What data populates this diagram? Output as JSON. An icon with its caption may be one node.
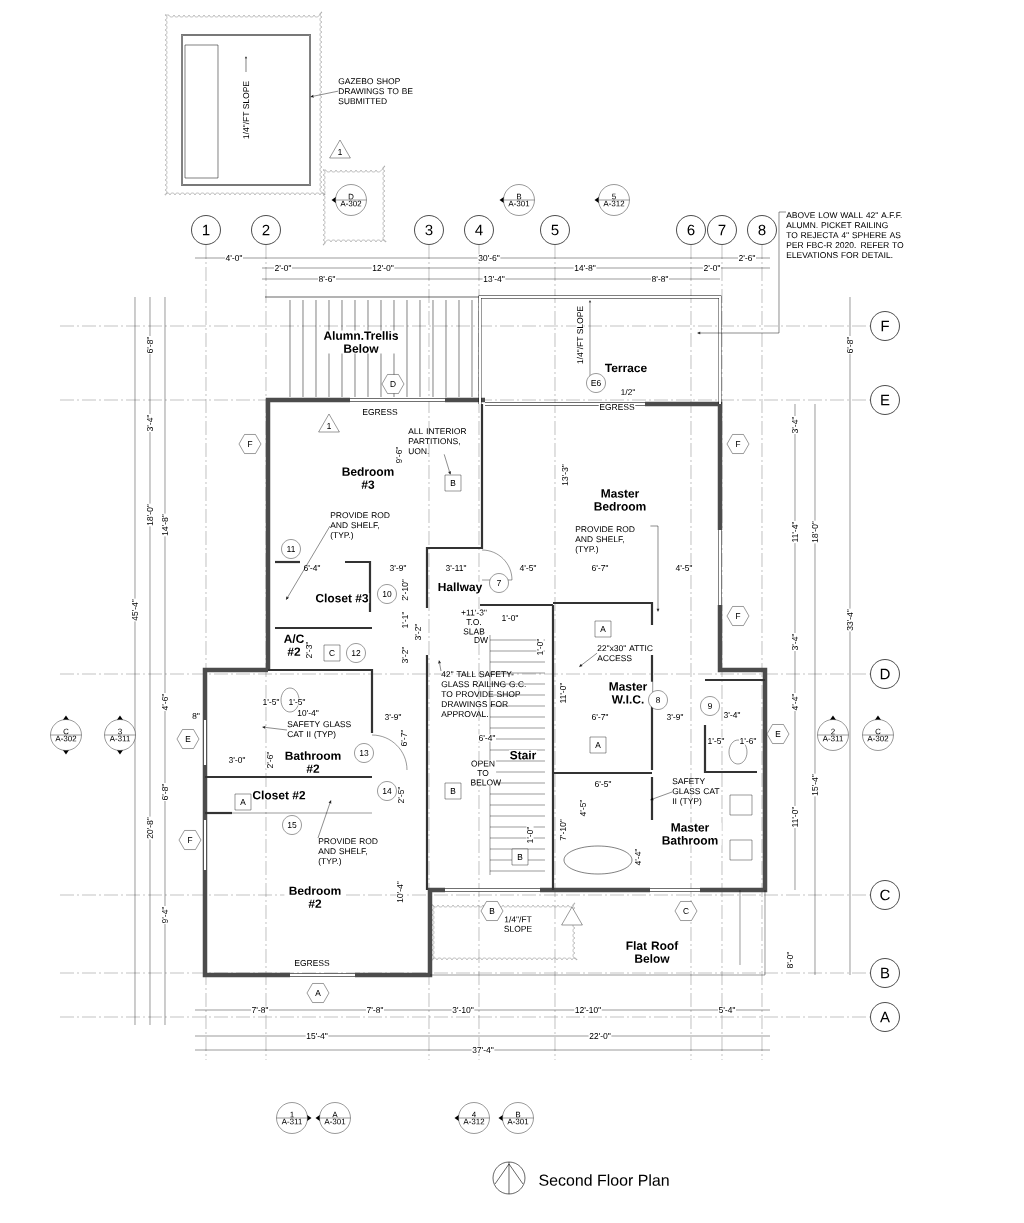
{
  "diagram": {
    "title": "Second Floor Plan",
    "nodes": [
      {
        "text": [
          "1/4\"/FT SLOPE"
        ]
      },
      {
        "text": [
          "GAZEBO SHOP DRAWINGS TO BE SUBMITTED"
        ]
      },
      {
        "text": [
          "1"
        ]
      },
      {
        "text": [
          "D",
          "A-302"
        ]
      },
      {
        "text": [
          "B",
          "A-301"
        ]
      },
      {
        "text": [
          "5",
          "A-312"
        ]
      },
      {
        "text": [
          "1"
        ]
      },
      {
        "text": [
          "2"
        ]
      },
      {
        "text": [
          "3"
        ]
      },
      {
        "text": [
          "4"
        ]
      },
      {
        "text": [
          "5"
        ]
      },
      {
        "text": [
          "6"
        ]
      },
      {
        "text": [
          "7"
        ]
      },
      {
        "text": [
          "8"
        ]
      },
      {
        "text": [
          "ABOVE LOW WALL 42\" A.F.F. ALUMN. PICKET RAILING TO REJECTA 4\" SPHERE AS PER FBC-R 2020. REFER TO ELEVATIONS FOR DETAIL."
        ]
      },
      {
        "text": [
          "F"
        ]
      },
      {
        "text": [
          "E"
        ]
      },
      {
        "text": [
          "D"
        ]
      },
      {
        "text": [
          "C"
        ]
      },
      {
        "text": [
          "B"
        ]
      },
      {
        "text": [
          "A"
        ]
      },
      {
        "text": [
          "D"
        ]
      },
      {
        "text": [
          "E6"
        ]
      },
      {
        "text": [
          "1"
        ]
      },
      {
        "text": [
          "F"
        ]
      },
      {
        "text": [
          "ALL INTERIOR PARTITIONS, UON."
        ]
      },
      {
        "text": [
          "B"
        ]
      },
      {
        "text": [
          "F"
        ]
      },
      {
        "text": [
          "PROVIDE ROD AND SHELF, (TYP.)"
        ]
      },
      {
        "text": [
          "11"
        ]
      },
      {
        "text": [
          "PROVIDE ROD AND SHELF, (TYP.)"
        ]
      },
      {
        "text": [
          "10"
        ]
      },
      {
        "text": [
          "7"
        ]
      },
      {
        "text": [
          "F"
        ]
      },
      {
        "text": [
          "C"
        ]
      },
      {
        "text": [
          "12"
        ]
      },
      {
        "text": [
          "A"
        ]
      },
      {
        "text": [
          "22\"x30\" ATTIC ACCESS"
        ]
      },
      {
        "text": [
          "42\" TALL SAFETY-GLASS RAILING G.C. TO PROVIDE SHOP DRAWINGS FOR APPROVAL."
        ]
      },
      {
        "text": [
          "8"
        ]
      },
      {
        "text": [
          "9"
        ]
      },
      {
        "text": [
          "C",
          "A-302"
        ]
      },
      {
        "text": [
          "3",
          "A-311"
        ]
      },
      {
        "text": [
          "E"
        ]
      },
      {
        "text": [
          "SAFETY GLASS CAT II (TYP)"
        ]
      },
      {
        "text": [
          "13"
        ]
      },
      {
        "text": [
          "A"
        ]
      },
      {
        "text": [
          "E"
        ]
      },
      {
        "text": [
          "2",
          "A-311"
        ]
      },
      {
        "text": [
          "C",
          "A-302"
        ]
      },
      {
        "text": [
          "SAFETY GLASS CAT II (TYP)"
        ]
      },
      {
        "text": [
          "14"
        ]
      },
      {
        "text": [
          "B"
        ]
      },
      {
        "text": [
          "A"
        ]
      },
      {
        "text": [
          "F"
        ]
      },
      {
        "text": [
          "PROVIDE ROD AND SHELF, (TYP.)"
        ]
      },
      {
        "text": [
          "15"
        ]
      },
      {
        "text": [
          "B"
        ]
      },
      {
        "text": [
          "B"
        ]
      },
      {
        "text": [
          "C"
        ]
      },
      {
        "text": [
          "A"
        ]
      },
      {
        "text": [
          "1",
          "A-311"
        ]
      },
      {
        "text": [
          "A",
          "A-301"
        ]
      },
      {
        "text": [
          "4",
          "A-312"
        ]
      },
      {
        "text": [
          "B",
          "A-301"
        ]
      },
      {
        "text": [],
        "shape": "triangle"
      }
    ],
    "edges": [
      {
        "from": 1,
        "to": 0,
        "arrow": "to"
      },
      {
        "from": 14,
        "to": null,
        "arrow": "to"
      },
      {
        "from": 25,
        "to": 26,
        "arrow": "to"
      },
      {
        "from": 28,
        "to": null,
        "arrow": "to"
      },
      {
        "from": 30,
        "to": null,
        "arrow": "to"
      },
      {
        "from": 37,
        "to": null,
        "arrow": "to"
      },
      {
        "from": 38,
        "to": null,
        "arrow": "to"
      },
      {
        "from": 44,
        "to": null,
        "arrow": "to"
      },
      {
        "from": 50,
        "to": null,
        "arrow": "to"
      },
      {
        "from": 55,
        "to": null,
        "arrow": "to"
      }
    ],
    "labels": [
      "Alumn.Trellis Below",
      "1/4\"/FT SLOPE",
      "Terrace",
      "1/2\"",
      "EGRESS",
      "EGRESS",
      "Bedroom #3",
      "9'-6\"",
      "Master Bedroom",
      "13'-3\"",
      "6'-4\"",
      "3'-9\"",
      "3'-11\"",
      "4'-5\"",
      "6'-7\"",
      "4'-5\"",
      "Closet #3",
      "2'-10\"",
      "Hallway",
      "+11'-3\" T.O. SLAB",
      "1'-0\"",
      "DW",
      "1'-1\"",
      "3'-2\"",
      "3'-2\"",
      "A/C #2",
      "2'-3\"",
      "1'-0\"",
      "11'-0\"",
      "Master W.I.C.",
      "8\"",
      "1'-5\"",
      "1'-5\"",
      "10'-4\"",
      "3'-9\"",
      "6'-7\"",
      "6'-7\"",
      "3'-9\"",
      "3'-4\"",
      "6'-4\"",
      "1'-5\"",
      "1'-6\"",
      "3'-0\"",
      "2'-6\"",
      "Bathroom #2",
      "Stair",
      "OPEN TO BELOW",
      "6'-5\"",
      "Closet #2",
      "2'-5\"",
      "4'-5\"",
      "1'-0\"",
      "7'-10\"",
      "Master Bathroom",
      "4'-4\"",
      "Bedroom #2",
      "10'-4\"",
      "1/4\"/FT SLOPE",
      "Flat Roof Below",
      "EGRESS",
      "4'-0\"",
      "30'-6\"",
      "2'-6\"",
      "2'-0\"",
      "12'-0\"",
      "14'-8\"",
      "2'-0\"",
      "8'-6\"",
      "13'-4\"",
      "8'-8\"",
      "6'-8\"",
      "3'-4\"",
      "18'-0\"",
      "14'-8\"",
      "45'-4\"",
      "4'-6\"",
      "6'-8\"",
      "20'-8\"",
      "9'-4\"",
      "6'-8\"",
      "3'-4\"",
      "11'-4\"",
      "18'-0\"",
      "33'-4\"",
      "3'-4\"",
      "4'-4\"",
      "15'-4\"",
      "11'-0\"",
      "8'-0\"",
      "7'-8\"",
      "7'-8\"",
      "3'-10\"",
      "12'-10\"",
      "5'-4\"",
      "15'-4\"",
      "22'-0\"",
      "37'-4\""
    ]
  }
}
